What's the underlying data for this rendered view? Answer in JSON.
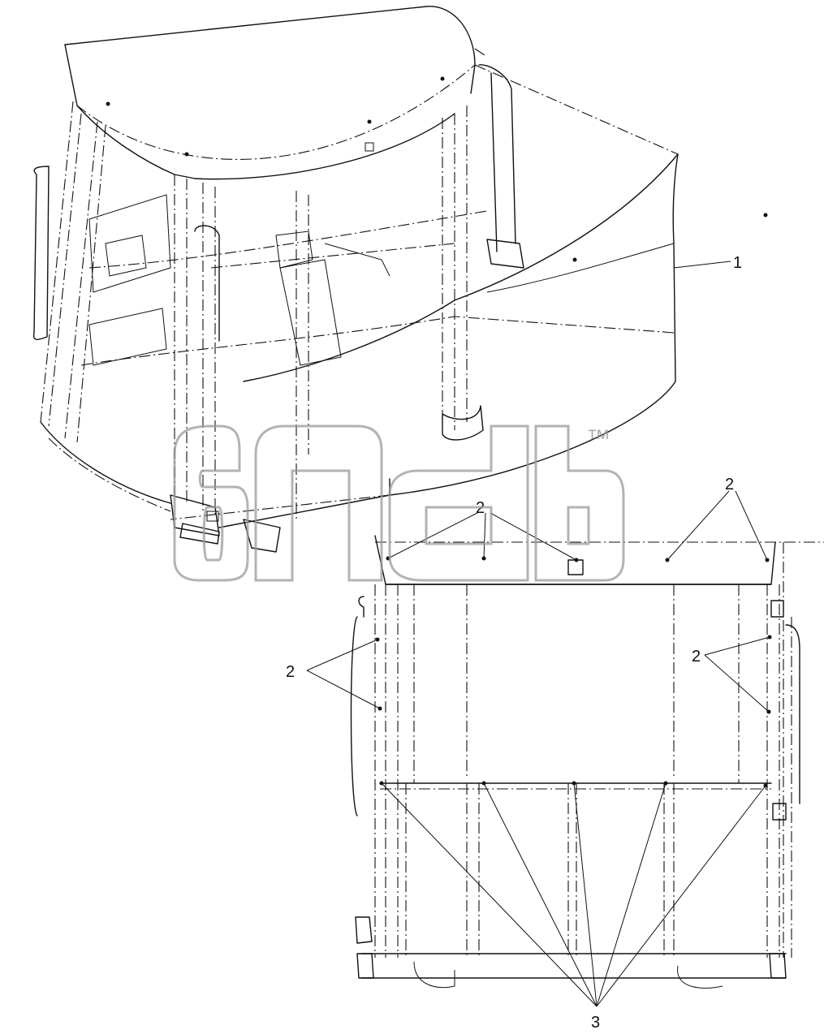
{
  "callouts": {
    "c1": "1",
    "c2a": "2",
    "c2b": "2",
    "c2c": "2",
    "c2d": "2",
    "c3": "3"
  },
  "watermark": {
    "trademark": "™"
  }
}
